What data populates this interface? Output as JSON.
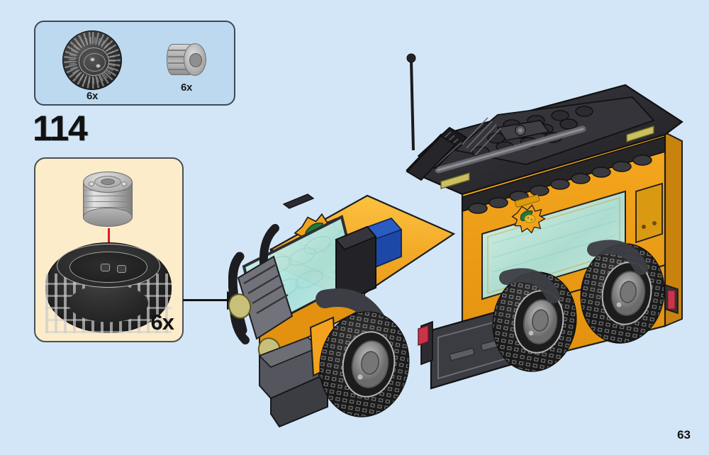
{
  "page": {
    "number": "63",
    "background_color": "#d3e6f7",
    "document_type": "lego-building-instructions"
  },
  "parts_box": {
    "border_color": "#3c4a56",
    "fill_color": "#bcd9f0",
    "parts": [
      {
        "icon": "lego-tire-icon",
        "name": "off-road-tire",
        "quantity": "6x",
        "color": "#2b2b2b"
      },
      {
        "icon": "lego-wheel-hub-icon",
        "name": "wheel-hub-rim",
        "quantity": "6x",
        "color": "#b4b4b4"
      }
    ]
  },
  "step": {
    "number": "114",
    "substep_quantity": "6x",
    "callout_fill": "#fcecc9",
    "callout_border": "#4a4f55",
    "assembly_arrow_color": "#e01b22",
    "placement_arrow_color": "#141414",
    "sub_parts": [
      {
        "icon": "lego-wheel-hub-icon",
        "name": "wheel-hub-rim"
      },
      {
        "icon": "lego-tire-icon",
        "name": "off-road-tire"
      }
    ]
  },
  "model": {
    "name": "jungle-explorer-6x6-truck",
    "body_color": "#f4a11f",
    "body_color_light": "#fcc140",
    "body_color_dark": "#d4850c",
    "roof_color": "#2a2a2e",
    "glass_color": "#b9e8e2",
    "wheel_color": "#222222",
    "hub_color": "#9a9a9a",
    "logo": "jungle-explorer-emblem",
    "logo_colors": {
      "leaf": "#1f7a3d",
      "center": "#e8b92a",
      "burst": "#f4a11f"
    },
    "headlight_color": "#c8c07a",
    "taillight_color": "#c8354a",
    "accent_blue": "#1c49a8",
    "antenna": "black-antenna-with-knob",
    "wheel_count": 6
  }
}
